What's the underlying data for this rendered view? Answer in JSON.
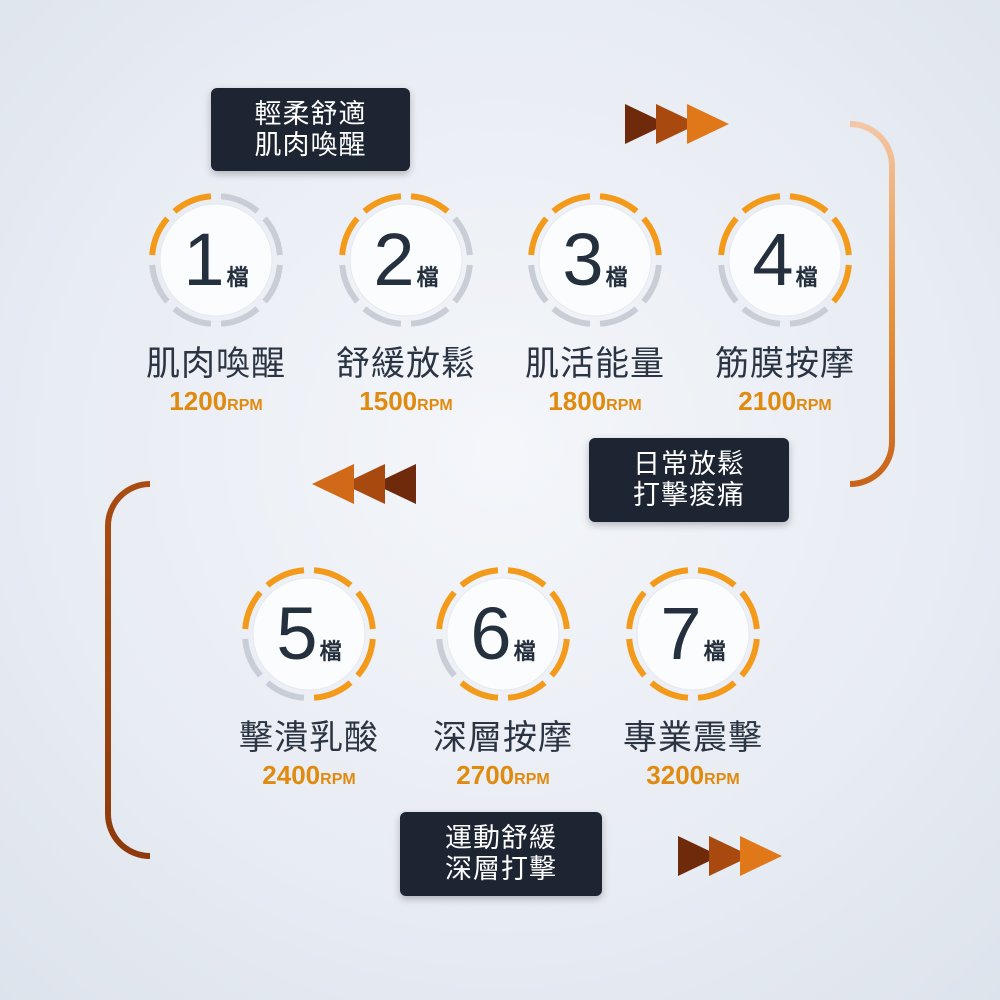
{
  "tags": {
    "top": [
      "輕柔舒適",
      "肌肉喚醒"
    ],
    "middle": [
      "日常放鬆",
      "打擊痠痛"
    ],
    "bottom": [
      "運動舒緩",
      "深層打擊"
    ]
  },
  "unit": "檔",
  "rpm_suffix": "RPM",
  "levels": [
    {
      "num": "1",
      "name": "肌肉喚醒",
      "rpm": "1200",
      "orange_fraction": 0.2
    },
    {
      "num": "2",
      "name": "舒緩放鬆",
      "rpm": "1500",
      "orange_fraction": 0.35
    },
    {
      "num": "3",
      "name": "肌活能量",
      "rpm": "1800",
      "orange_fraction": 0.5
    },
    {
      "num": "4",
      "name": "筋膜按摩",
      "rpm": "2100",
      "orange_fraction": 0.62
    },
    {
      "num": "5",
      "name": "擊潰乳酸",
      "rpm": "2400",
      "orange_fraction": 0.72
    },
    {
      "num": "6",
      "name": "深層按摩",
      "rpm": "2700",
      "orange_fraction": 0.82
    },
    {
      "num": "7",
      "name": "專業震擊",
      "rpm": "3200",
      "orange_fraction": 1.0
    }
  ],
  "colors": {
    "orange": "#f39a1a",
    "gray": "#c9ced6",
    "dark": "#1d2532",
    "brown": "#b04c12"
  }
}
